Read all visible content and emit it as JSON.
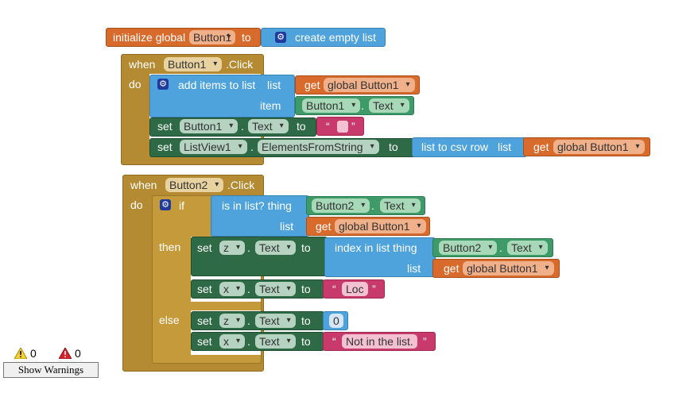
{
  "init": {
    "label": "initialize global",
    "name": "Button1",
    "to": "to",
    "create": "create empty list"
  },
  "event1": {
    "when": "when",
    "component": "Button1",
    "event": ".Click",
    "do": "do",
    "add_items": "add items to list",
    "list_kw": "list",
    "get": "get",
    "global_var": "global Button1",
    "item_kw": "item",
    "item_component": "Button1",
    "dot": ".",
    "item_prop": "Text",
    "set": "set",
    "set1_component": "Button1",
    "set1_prop": "Text",
    "set_to": "to",
    "empty_quote_open": "“",
    "empty_quote_close": "”",
    "set2_component": "ListView1",
    "set2_prop": "ElementsFromString",
    "csv": "list to csv row",
    "csv_list_kw": "list"
  },
  "event2": {
    "when": "when",
    "component": "Button2",
    "event": ".Click",
    "do": "do",
    "if": "if",
    "then": "then",
    "else": "else",
    "is_in_list": "is in list? thing",
    "list_kw": "list",
    "thing_component": "Button2",
    "thing_prop": "Text",
    "get": "get",
    "global_var": "global Button1",
    "set": "set",
    "z": "z",
    "x": "x",
    "prop": "Text",
    "to": "to",
    "dot": ".",
    "index_in_list": "index in list  thing",
    "loc": "Loc",
    "zero": "0",
    "not_in_list": "Not in the list.",
    "q_open": "“",
    "q_close": "”"
  },
  "warnings": {
    "warning_count": "0",
    "error_count": "0",
    "button": "Show Warnings"
  },
  "colors": {
    "variable": "#d86a2c",
    "list": "#4ea3dc",
    "control": "#b48a33",
    "setter": "#2d6a45",
    "text": "#c73a6b"
  }
}
